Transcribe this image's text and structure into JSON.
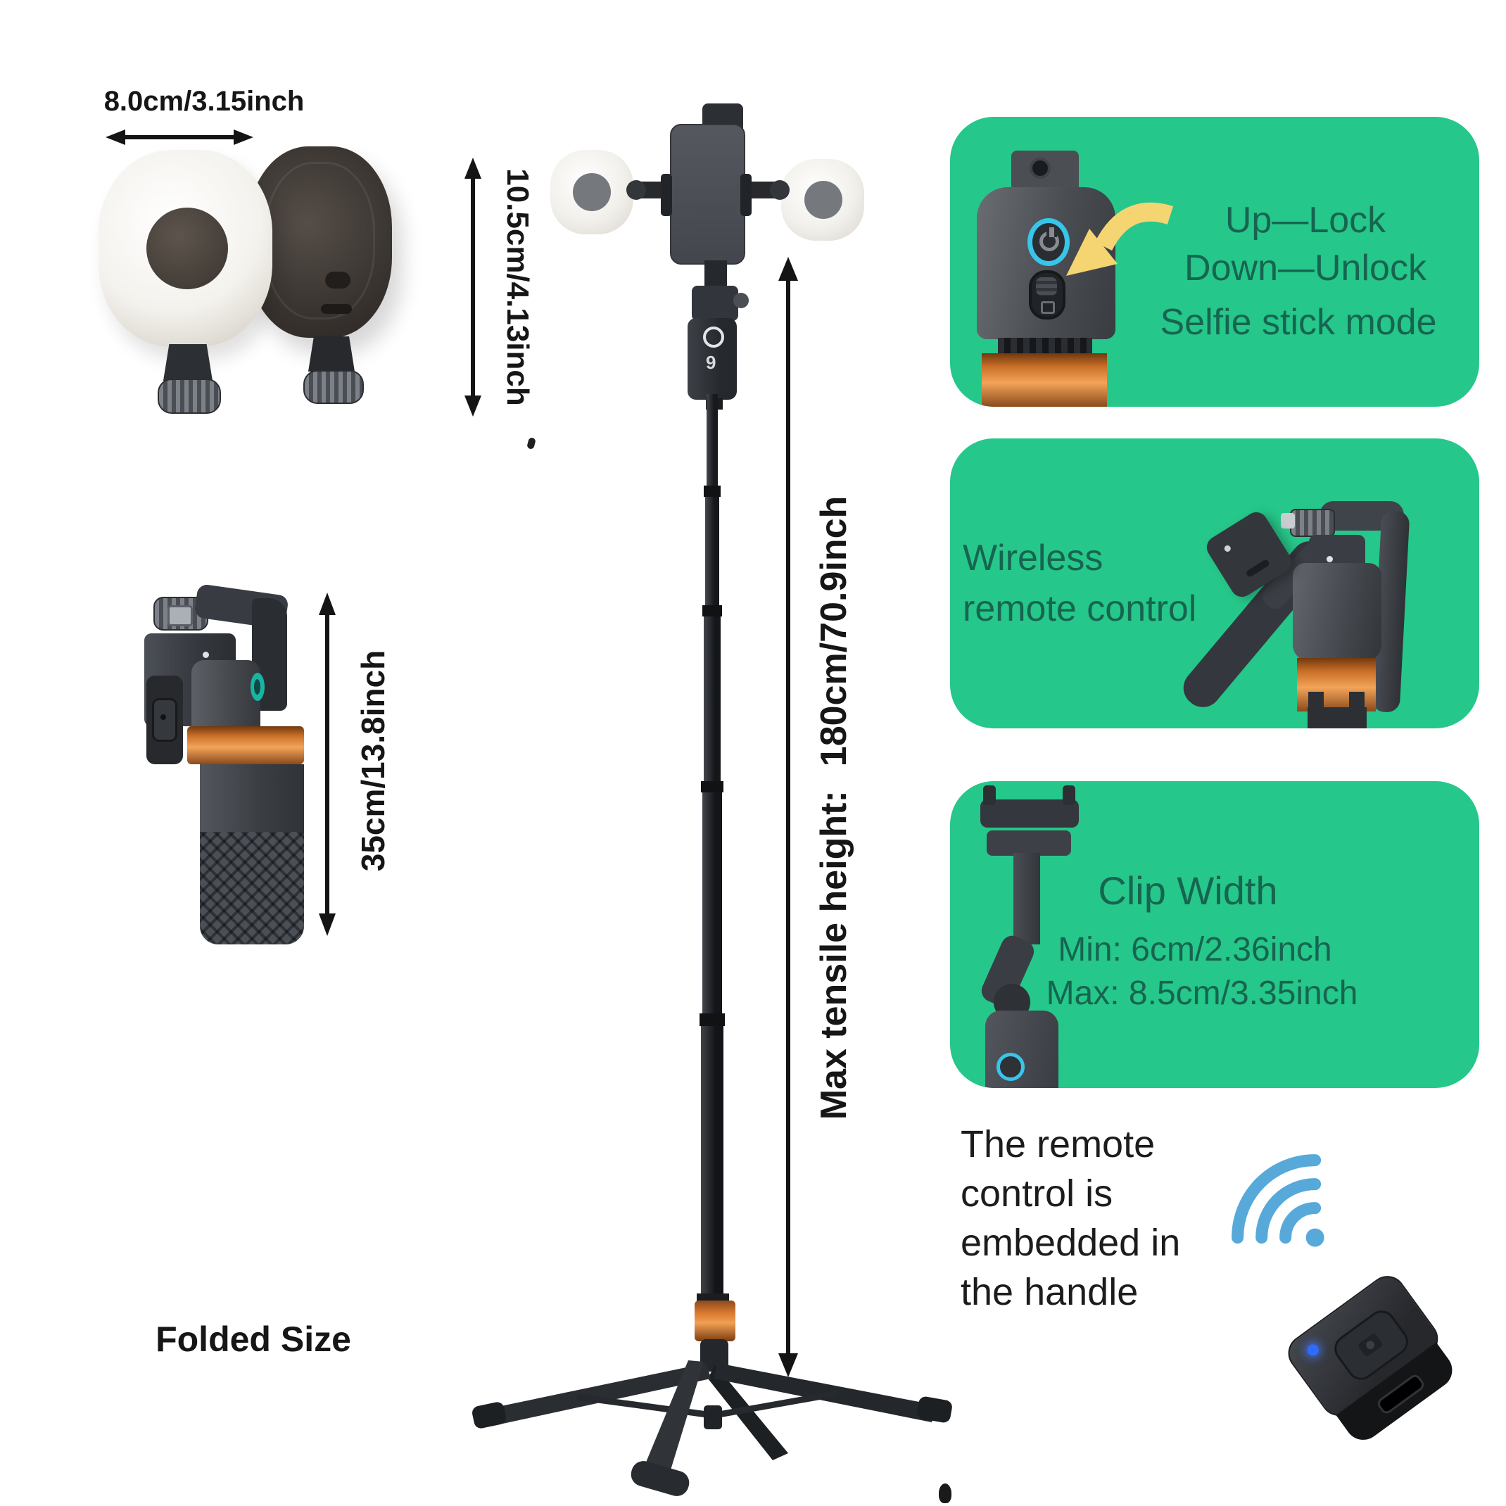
{
  "colors": {
    "card_green": "#26c78a",
    "card_text": "#166550",
    "ink": "#161616",
    "yellow_arrow": "#f5d472",
    "wifi_blue": "#57a9da",
    "led_blue": "#2f6bff",
    "cyan_ring": "#37c6e9",
    "copper_orange": "#d9792f",
    "teal_latch": "#1bb3a1"
  },
  "annotations": {
    "lamp_width": "8.0cm/3.15inch",
    "lamp_height": "10.5cm/4.13inch",
    "max_height_prefix": "Max tensile height:",
    "max_height_value": "180cm/70.9inch",
    "folded_length": "35cm/13.8inch",
    "folded_caption": "Folded Size"
  },
  "cards": [
    {
      "lines": [
        "Up—Lock",
        "Down—Unlock",
        "Selfie stick mode"
      ]
    },
    {
      "lines": [
        "Wireless",
        "remote control"
      ]
    },
    {
      "title": "Clip Width",
      "lines": [
        "Min: 6cm/2.36inch",
        "Max: 8.5cm/3.35inch"
      ]
    }
  ],
  "note": {
    "lines": [
      "The remote",
      "control is",
      "embedded in",
      "the handle"
    ]
  },
  "device": {
    "head_logo_mark": "9"
  }
}
